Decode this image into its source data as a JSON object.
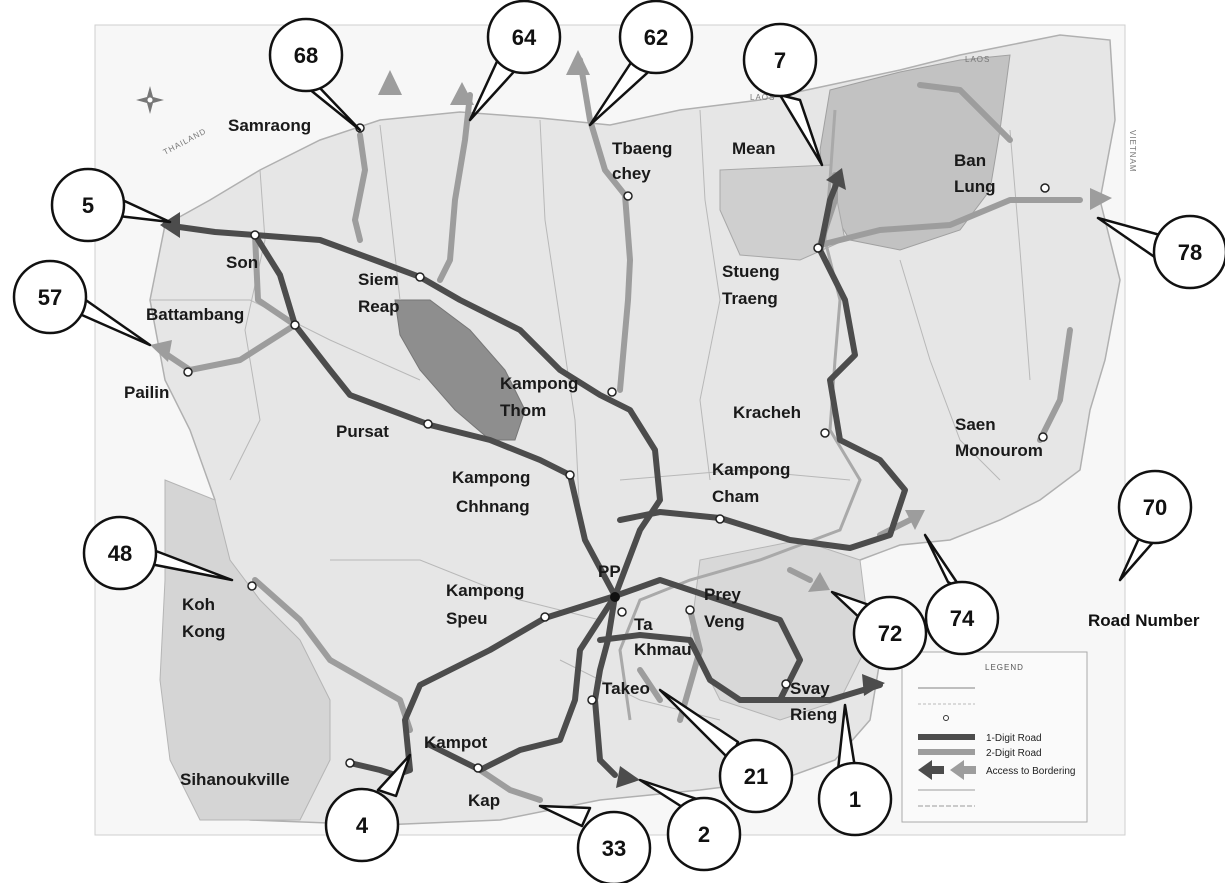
{
  "places": [
    {
      "id": "samraong",
      "lines": [
        "Samraong"
      ]
    },
    {
      "id": "tbaeng-chey",
      "lines": [
        "Tbaeng",
        "chey"
      ]
    },
    {
      "id": "mean",
      "lines": [
        "Mean"
      ]
    },
    {
      "id": "ban-lung",
      "lines": [
        "Ban",
        "Lung"
      ]
    },
    {
      "id": "son",
      "lines": [
        "Son"
      ]
    },
    {
      "id": "siem-reap",
      "lines": [
        "Siem",
        "Reap"
      ]
    },
    {
      "id": "stueng-traeng",
      "lines": [
        "Stueng",
        "Traeng"
      ]
    },
    {
      "id": "battambang",
      "lines": [
        "Battambang"
      ]
    },
    {
      "id": "pailin",
      "lines": [
        "Pailin"
      ]
    },
    {
      "id": "kampong-thom",
      "lines": [
        "Kampong",
        "Thom"
      ]
    },
    {
      "id": "kracheh",
      "lines": [
        "Kracheh"
      ]
    },
    {
      "id": "saen-monourom",
      "lines": [
        "Saen",
        "Monourom"
      ]
    },
    {
      "id": "pursat",
      "lines": [
        "Pursat"
      ]
    },
    {
      "id": "kampong-chhnang",
      "lines": [
        "Kampong",
        "Chhnang"
      ]
    },
    {
      "id": "kampong-cham",
      "lines": [
        "Kampong",
        "Cham"
      ]
    },
    {
      "id": "pp",
      "lines": [
        "PP"
      ]
    },
    {
      "id": "koh-kong",
      "lines": [
        "Koh",
        "Kong"
      ]
    },
    {
      "id": "kampong-speu",
      "lines": [
        "Kampong",
        "Speu"
      ]
    },
    {
      "id": "prey-veng",
      "lines": [
        "Prey",
        "Veng"
      ]
    },
    {
      "id": "ta-khmau",
      "lines": [
        "Ta",
        "Khmau"
      ]
    },
    {
      "id": "takeo",
      "lines": [
        "Takeo"
      ]
    },
    {
      "id": "svay-rieng",
      "lines": [
        "Svay",
        "Rieng"
      ]
    },
    {
      "id": "kampot",
      "lines": [
        "Kampot"
      ]
    },
    {
      "id": "sihanoukville",
      "lines": [
        "Sihanoukville"
      ]
    },
    {
      "id": "kap",
      "lines": [
        "Kap"
      ]
    }
  ],
  "callouts": [
    {
      "id": "68",
      "label": "68"
    },
    {
      "id": "64",
      "label": "64"
    },
    {
      "id": "62",
      "label": "62"
    },
    {
      "id": "7",
      "label": "7"
    },
    {
      "id": "5",
      "label": "5"
    },
    {
      "id": "78",
      "label": "78"
    },
    {
      "id": "57",
      "label": "57"
    },
    {
      "id": "70",
      "label": "70"
    },
    {
      "id": "48",
      "label": "48"
    },
    {
      "id": "72",
      "label": "72"
    },
    {
      "id": "74",
      "label": "74"
    },
    {
      "id": "21",
      "label": "21"
    },
    {
      "id": "1",
      "label": "1"
    },
    {
      "id": "4",
      "label": "4"
    },
    {
      "id": "33",
      "label": "33"
    },
    {
      "id": "2",
      "label": "2"
    }
  ],
  "callout_key": "Road Number",
  "legend": {
    "title": "LEGEND",
    "items": [
      "1-Digit Road",
      "2-Digit Road",
      "Access to Bordering"
    ]
  },
  "countries": {
    "thailand": "THAILAND",
    "laos": "LAOS",
    "laos2": "LAOS",
    "vietnam": "VIETNAM"
  },
  "colors": {
    "one_digit_road": "#4a4a4a",
    "two_digit_road": "#9a9a9a",
    "land": "#ededed",
    "lake": "#8c8c8c",
    "highlight_province": "#bdbdbd"
  }
}
